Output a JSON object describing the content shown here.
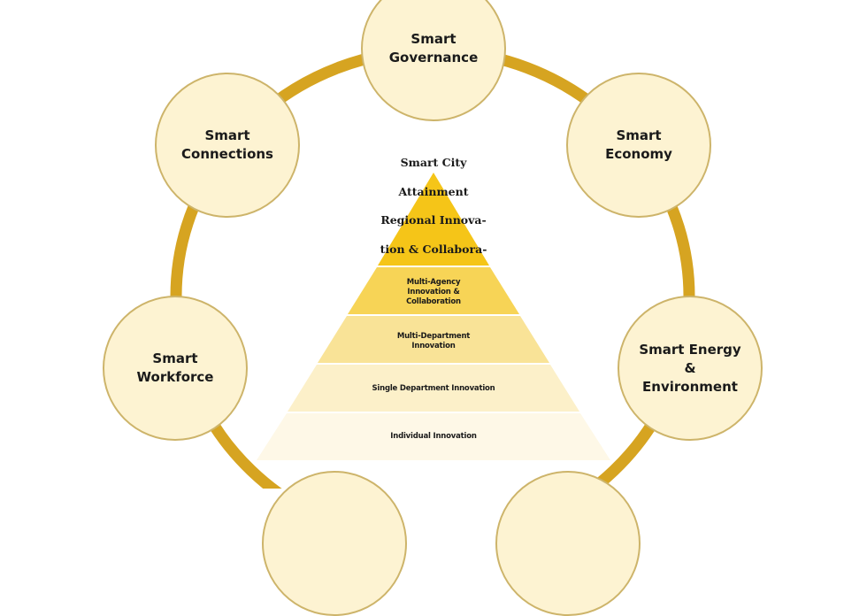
{
  "colors": {
    "ring": "#D6A421",
    "node_fill": "#FDF3D2",
    "level1": "#F5C518",
    "level2": "#F7D456",
    "level3": "#F9E397",
    "level4": "#FCF0C9",
    "level5": "#FEF8E7"
  },
  "nodes": [
    {
      "label": "Smart\nGovernance"
    },
    {
      "label": "Smart\nEconomy"
    },
    {
      "label": "Smart Energy\n&\nEnvironment"
    },
    {
      "label": "Smart\nWorkforce"
    },
    {
      "label": "Smart\nConnections"
    }
  ],
  "pyramid": {
    "top_lines": [
      "Smart City",
      "Attainment",
      "Regional Innova-",
      "tion & Collabora-"
    ],
    "levels": [
      "Multi-Agency\nInnovation &\nCollaboration",
      "Multi-Department\nInnovation",
      "Single Department Innovation",
      "Individual Innovation"
    ]
  }
}
